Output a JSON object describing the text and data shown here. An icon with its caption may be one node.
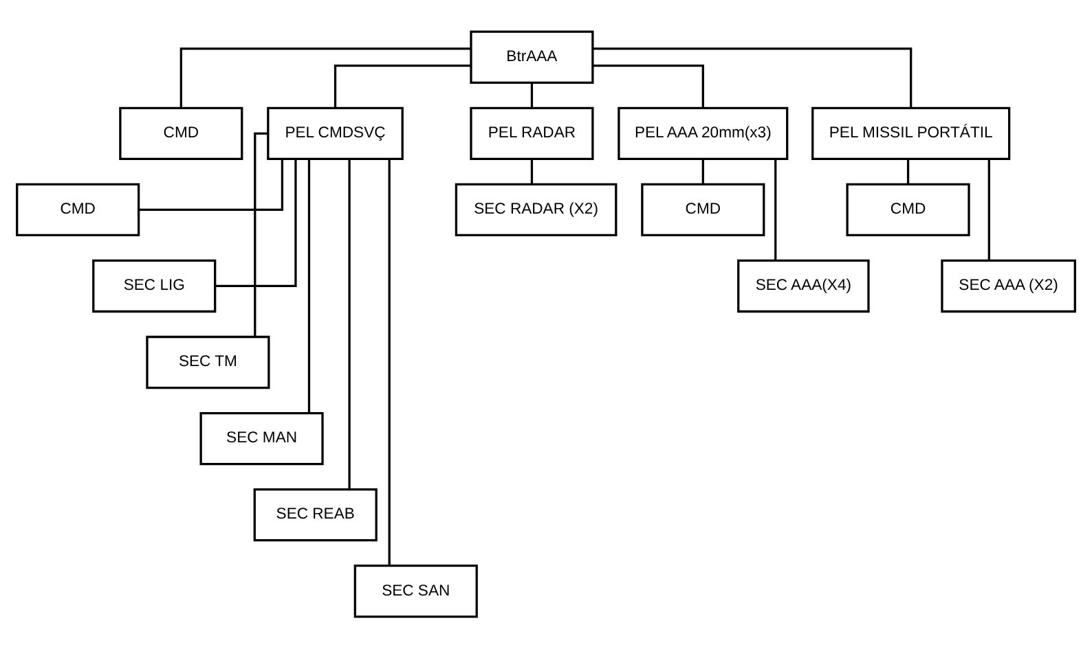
{
  "diagram": {
    "nodes": [
      {
        "text": [
          "BtrAAA"
        ]
      },
      {
        "text": [
          "CMD"
        ]
      },
      {
        "text": [
          "PEL CMDSVÇ"
        ]
      },
      {
        "text": [
          "PEL RADAR"
        ]
      },
      {
        "text": [
          "PEL AAA 20mm(x3)"
        ]
      },
      {
        "text": [
          "PEL MISSIL PORTÁTIL"
        ]
      },
      {
        "text": [
          "CMD"
        ]
      },
      {
        "text": [
          "SEC LIG"
        ]
      },
      {
        "text": [
          "SEC TM"
        ]
      },
      {
        "text": [
          "SEC MAN"
        ]
      },
      {
        "text": [
          "SEC REAB"
        ]
      },
      {
        "text": [
          "SEC SAN"
        ]
      },
      {
        "text": [
          "SEC RADAR (X2)"
        ]
      },
      {
        "text": [
          "CMD"
        ]
      },
      {
        "text": [
          "SEC AAA(X4)"
        ]
      },
      {
        "text": [
          "CMD"
        ]
      },
      {
        "text": [
          "SEC AAA (X2)"
        ]
      }
    ],
    "edges": [
      {
        "from": 0,
        "to": 1,
        "arrow": "none"
      },
      {
        "from": 0,
        "to": 2,
        "arrow": "none"
      },
      {
        "from": 0,
        "to": 3,
        "arrow": "none"
      },
      {
        "from": 0,
        "to": 4,
        "arrow": "none"
      },
      {
        "from": 0,
        "to": 5,
        "arrow": "none"
      },
      {
        "from": 2,
        "to": 6,
        "arrow": "none"
      },
      {
        "from": 2,
        "to": 7,
        "arrow": "none"
      },
      {
        "from": 2,
        "to": 8,
        "arrow": "none"
      },
      {
        "from": 2,
        "to": 9,
        "arrow": "none"
      },
      {
        "from": 2,
        "to": 10,
        "arrow": "none"
      },
      {
        "from": 2,
        "to": 11,
        "arrow": "none"
      },
      {
        "from": 3,
        "to": 12,
        "arrow": "none"
      },
      {
        "from": 4,
        "to": 13,
        "arrow": "none"
      },
      {
        "from": 4,
        "to": 14,
        "arrow": "none"
      },
      {
        "from": 5,
        "to": 15,
        "arrow": "none"
      },
      {
        "from": 5,
        "to": 16,
        "arrow": "none"
      }
    ]
  }
}
